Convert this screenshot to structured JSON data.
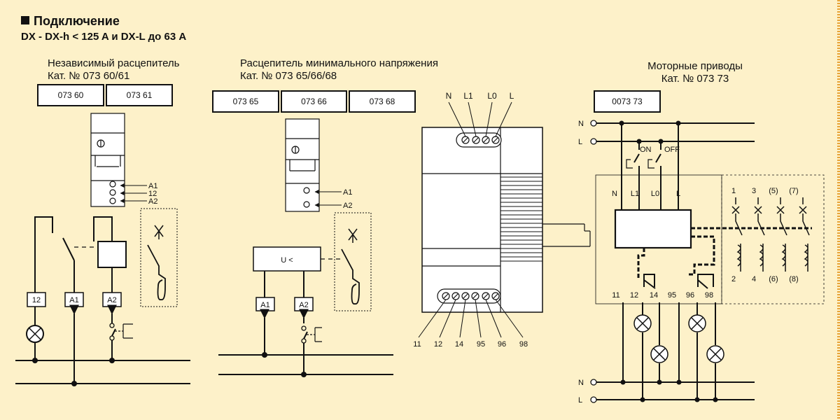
{
  "header": {
    "title": "Подключение",
    "subtitle": "DX - DX-h < 125 A и DX-L до 63 A"
  },
  "sections": {
    "shunt": {
      "title": "Независимый расцепитель",
      "cat": "Кат. № 073 60/61",
      "boxes": [
        "073 60",
        "073 61"
      ],
      "lbl_a1": "A1",
      "lbl_12": "12",
      "lbl_a2": "A2",
      "term_12": "12",
      "term_a1": "A1",
      "term_a2": "A2"
    },
    "undervoltage": {
      "title": "Расцепитель минимального напряжения",
      "cat": "Кат. № 073 65/66/68",
      "boxes": [
        "073 65",
        "073 66",
        "073 68"
      ],
      "lbl_a1": "A1",
      "lbl_a2": "A2",
      "relay": "U <",
      "term_a1": "A1",
      "term_a2": "A2"
    },
    "device": {
      "top_terms": [
        "N",
        "L1",
        "L0",
        "L"
      ],
      "bottom_terms": [
        "11",
        "12",
        "14",
        "95",
        "96",
        "98"
      ]
    },
    "motor": {
      "title": "Моторные приводы",
      "cat": "Кат. № 073 73",
      "box": "0073 73",
      "line_n": "N",
      "line_l": "L",
      "on": "ON",
      "off": "OFF",
      "inner_terms": [
        "N",
        "L1",
        "L0",
        "L"
      ],
      "contacts_top": [
        "1",
        "3",
        "(5)",
        "(7)"
      ],
      "contacts_bottom": [
        "2",
        "4",
        "(6)",
        "(8)"
      ],
      "bottom_terms": [
        "11",
        "12",
        "14",
        "95",
        "96",
        "98"
      ],
      "bus_n": "N",
      "bus_l": "L"
    }
  },
  "colors": {
    "background": "#fdf1c9",
    "ink": "#111111",
    "accent": "#e8a53a"
  }
}
